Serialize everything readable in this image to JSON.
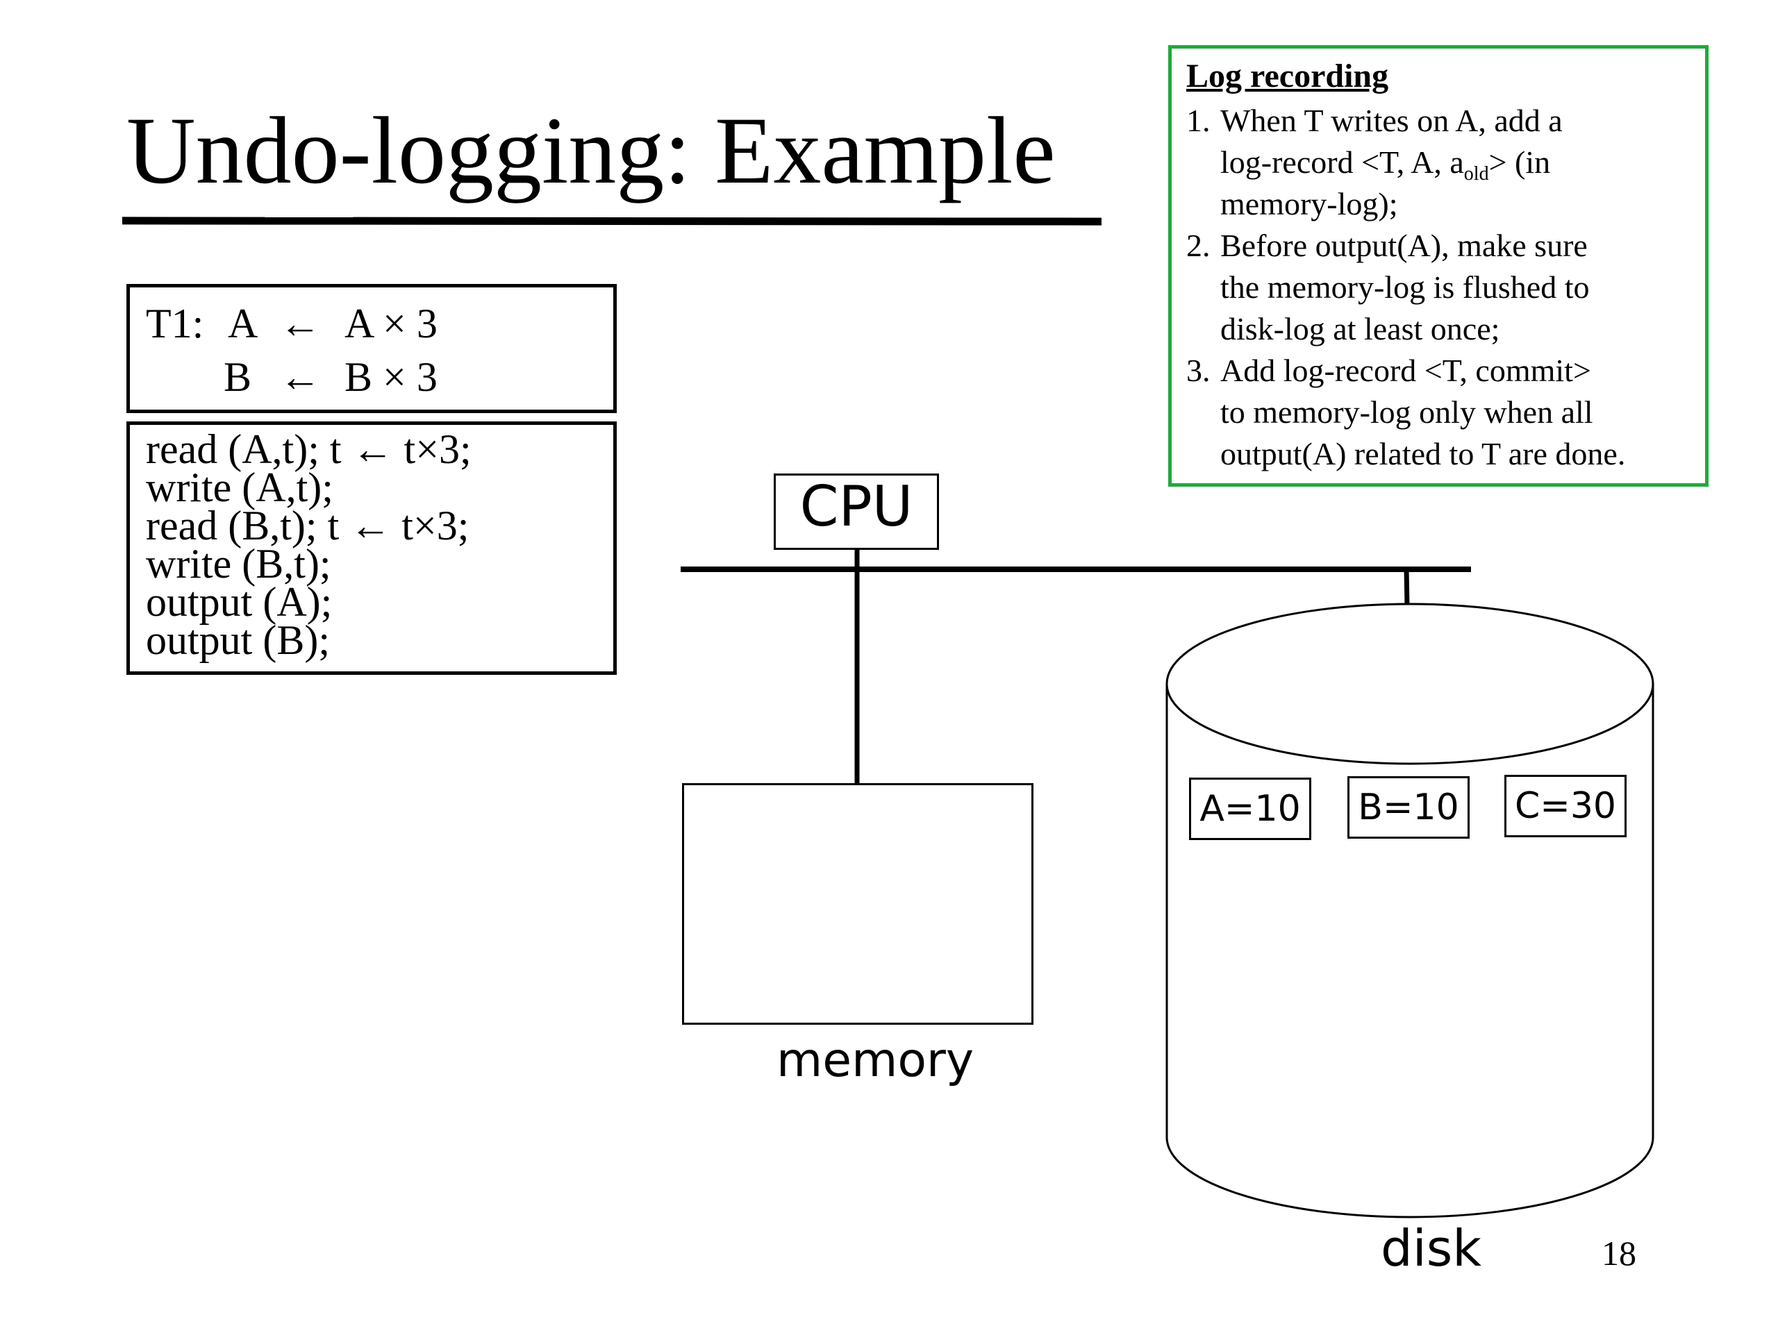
{
  "slide": {
    "title": "Undo-logging: Example",
    "page_number": "18"
  },
  "log_box": {
    "heading": "Log recording",
    "rules": [
      {
        "num": "1.",
        "lines": [
          "When T writes on A, add a",
          "log-record <T, A, a",
          "memory-log);"
        ],
        "subscript": "old",
        "after_subscript": "> (in"
      },
      {
        "num": "2.",
        "lines": [
          "Before output(A), make sure",
          "the memory-log is flushed to",
          "disk-log at least once;"
        ]
      },
      {
        "num": "3.",
        "lines": [
          "Add log-record <T, commit>",
          "to memory-log only when all",
          "output(A) related to T are done."
        ]
      }
    ]
  },
  "transaction": {
    "name": "T1:",
    "line1": {
      "var": "A",
      "arrow": "←",
      "expr": "A × 3"
    },
    "line2": {
      "var": "B",
      "arrow": "←",
      "expr": "B × 3"
    }
  },
  "operations": [
    "read (A,t);  t ← t×3;",
    "write (A,t);",
    "read (B,t);  t ← t×3;",
    "write (B,t);",
    "output (A);",
    "output (B);"
  ],
  "diagram": {
    "cpu_label": "CPU",
    "memory_label": "memory",
    "disk_label": "disk",
    "disk_cells": [
      "A=10",
      "B=10",
      "C=30"
    ],
    "log_box_border_color": "#22a83c"
  }
}
